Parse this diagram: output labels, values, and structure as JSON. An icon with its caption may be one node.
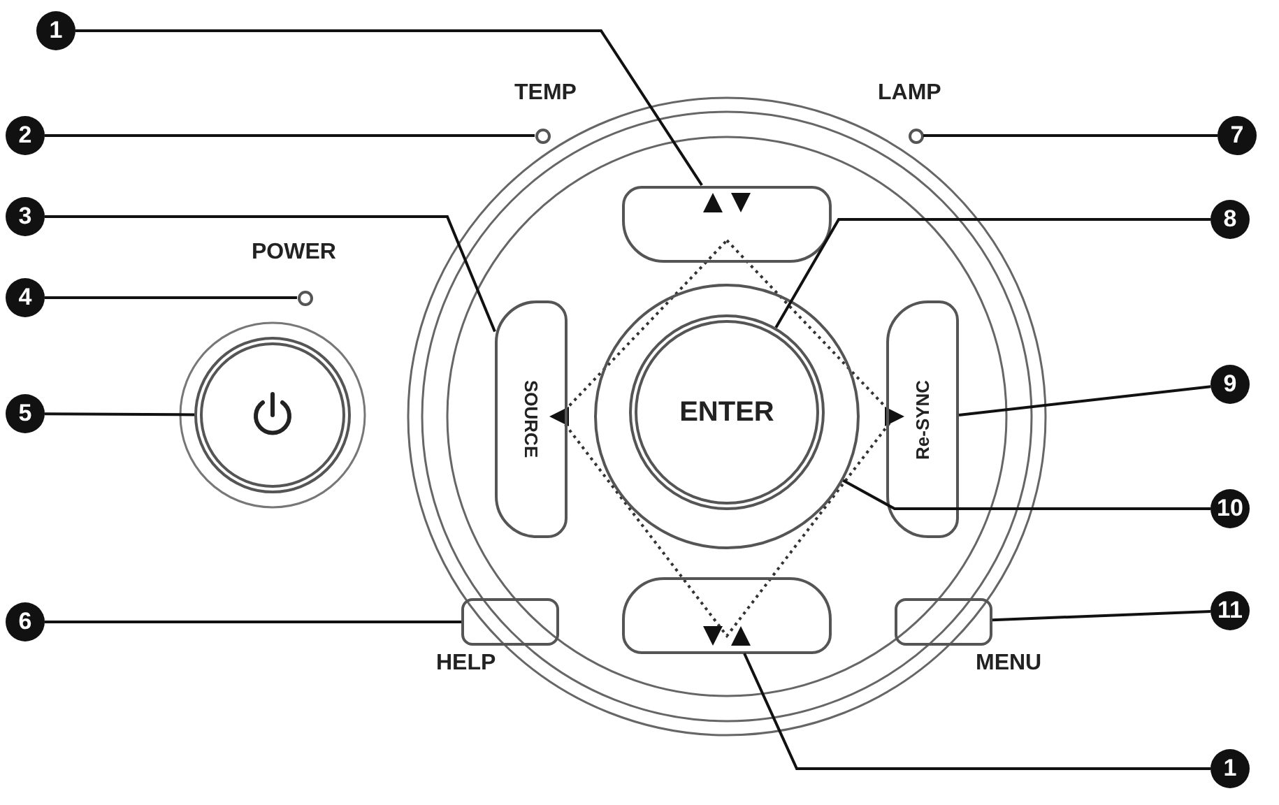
{
  "diagram": {
    "nodes": [
      {
        "text": [
          "1"
        ]
      },
      {
        "text": [
          "2"
        ]
      },
      {
        "text": [
          "3"
        ]
      },
      {
        "text": [
          "4"
        ]
      },
      {
        "text": [
          "5"
        ]
      },
      {
        "text": [
          "6"
        ]
      },
      {
        "text": [
          "7"
        ]
      },
      {
        "text": [
          "8"
        ]
      },
      {
        "text": [
          "9"
        ]
      },
      {
        "text": [
          "10"
        ]
      },
      {
        "text": [
          "11"
        ]
      },
      {
        "text": [
          "1"
        ]
      },
      {
        "text": [],
        "shape": "box"
      },
      {
        "text": [],
        "shape": "circle",
        "beside": [
          "TEMP"
        ]
      },
      {
        "text": [
          "SOURCE"
        ]
      },
      {
        "text": [],
        "shape": "circle",
        "beside": [
          "POWER"
        ]
      },
      {
        "text": [],
        "shape": "circle"
      },
      {
        "text": [],
        "shape": "box",
        "beside": [
          "HELP"
        ]
      },
      {
        "text": [],
        "shape": "circle",
        "beside": [
          "LAMP"
        ]
      },
      {
        "text": [],
        "shape": "circle"
      },
      {
        "text": [
          "Re-SYNC"
        ]
      },
      {
        "text": [
          "ENTER"
        ],
        "in": 19
      },
      {
        "text": [],
        "shape": "box",
        "beside": [
          "MENU"
        ]
      },
      {
        "text": [],
        "shape": "box"
      }
    ],
    "edges": [
      {
        "from": 0,
        "to": 12,
        "arrow": "none"
      },
      {
        "from": 1,
        "to": 13,
        "arrow": "none"
      },
      {
        "from": 2,
        "to": 14,
        "arrow": "none"
      },
      {
        "from": 3,
        "to": 15,
        "arrow": "none"
      },
      {
        "from": 4,
        "to": 16,
        "arrow": "none"
      },
      {
        "from": 5,
        "to": 17,
        "arrow": "none"
      },
      {
        "from": 6,
        "to": 18,
        "arrow": "none"
      },
      {
        "from": 7,
        "to": 21,
        "arrow": "none"
      },
      {
        "from": 8,
        "to": 20,
        "arrow": "none"
      },
      {
        "from": 9,
        "to": 19,
        "arrow": "none"
      },
      {
        "from": 10,
        "to": 22,
        "arrow": "none"
      },
      {
        "from": 11,
        "to": 23,
        "arrow": "none"
      }
    ]
  }
}
